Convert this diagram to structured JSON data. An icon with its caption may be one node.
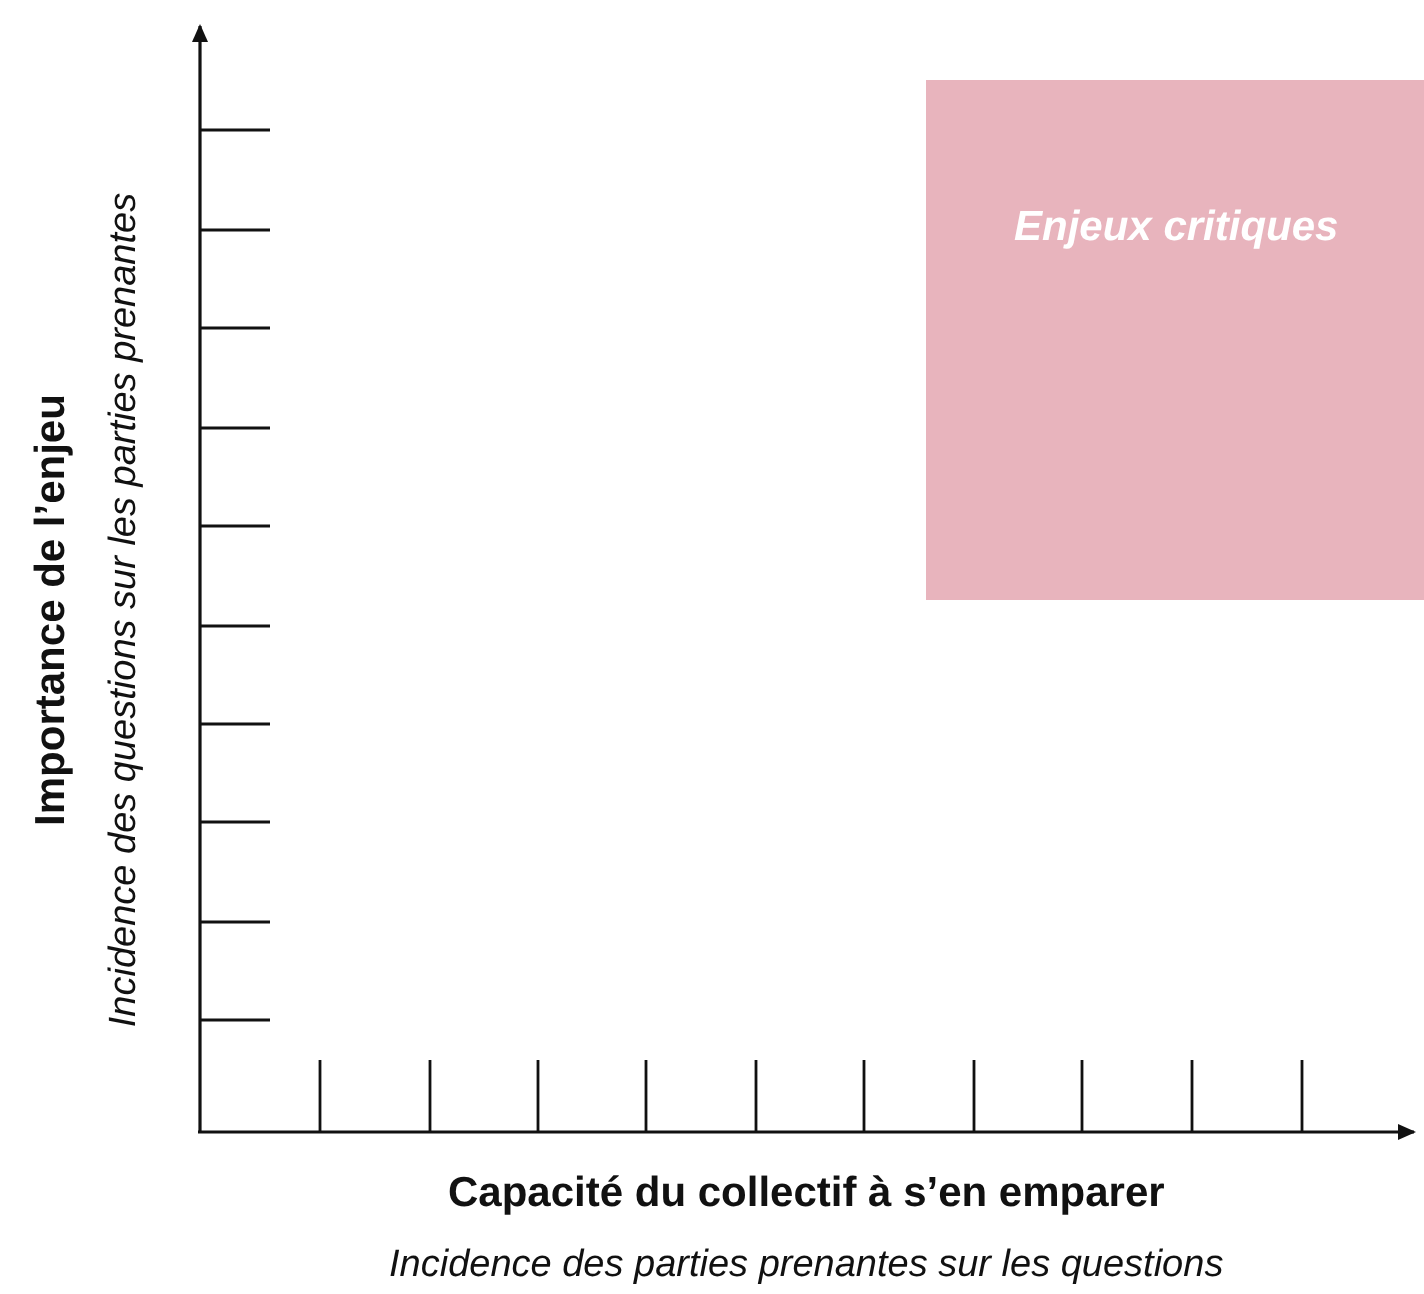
{
  "diagram": {
    "nodes": [
      {
        "text": [
          "Enjeux critiques"
        ]
      }
    ],
    "labels": [
      "Importance de l’enjeu",
      "Incidence des questions sur les parties prenantes",
      "Capacité du collectif à s’en emparer",
      "Incidence des parties prenantes sur les questions"
    ]
  }
}
